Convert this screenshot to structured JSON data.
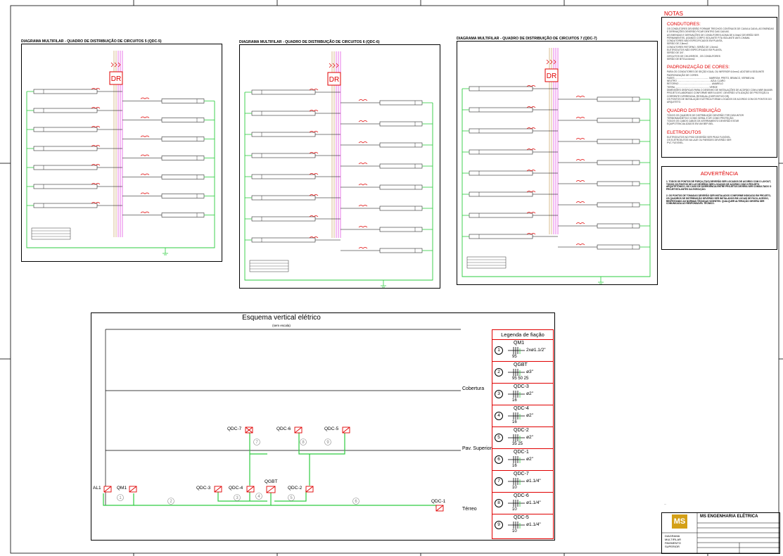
{
  "sheet": {
    "diagrams": [
      {
        "title": "DIAGRAMA MULTIFILAR - QUADRO DE DISTRIBUIÇÃO DE CIRCUITOS 5 (QDC-5)"
      },
      {
        "title": "DIAGRAMA MULTIFILAR - QUADRO DE DISTRIBUIÇÃO DE CIRCUITOS 6 (QDC-6)"
      },
      {
        "title": "DIAGRAMA MULTIFILAR - QUADRO DE DISTRIBUIÇÃO DE CIRCUITOS 7 (QDC-7)"
      }
    ],
    "dr_label": "DR"
  },
  "notes": {
    "title": "NOTAS",
    "sections": [
      {
        "heading": "CONDUTORES:",
        "lines": [
          "OS CONDUTORES DEVERÃO FORMAR TRECHOS CONTÍNUOS DE CAIXA A CAIXA, AS EMENDAS",
          "E DERIVAÇÕES DEVERÃO FICAR DENTRO DAS CAIXAS.",
          "AS EMENDAS E DERIVAÇÕES DE CONDUTORES ACIMA DE 6.0mm2 DEVERÃO SER",
          "PERMANENTES, USANDO CORPO ISOLANTE FITA ISOLANTE ANTI-CHAMA.",
          "CONDUTORES NÃO ESPECIFICADOS EM PLANTA,",
          "SERÃO DE 2,5mm2.",
          "CONDUTORES RETORNO, SERÃO DE 1,5mm2.",
          "ELETRODUTOS NÃO ESPECIFICADO EM PLANTA,",
          "SERÃO DE 3/4\".",
          "CIRCUITOS DE CHUVEIROS , OS CONDUTORES",
          "SERÃO DE BITOLA 6mm2."
        ]
      },
      {
        "heading": "PADRONIZAÇÃO DE CORES:",
        "lines": [
          "PARA OS CONDUTORES DE SEÇÃO IGUAL OU INFERIOR 6.0mm2, ADOTAR A SEGUINTE",
          "PADRONIZAÇÃO DE CORES:",
          "FASES .................................................... MARROM, PRETO, BRANCO, VERMELHA",
          "NEUTRO ................................................... AZUL CLARO",
          "RETORNO .................................................. AMARELO",
          "TERRA .................................................... VERDE",
          "",
          "DIMENSÕES GRÁFICAS PARA O DESENHO DE INSTALAÇÕES DE ACORDO COM A NBR 5444/89.",
          "",
          "PROJETO ELABORADO CONFORME NBR 5.410/97, DEVERÃO UTILIZAÇÃO DE PROTEÇÃO A",
          "CORRENTE DIFERENCIAL RESIDUAL (DISPOSITIVO DR).",
          "",
          "OS PONTOS DE INSTALAÇÃO ELÉTRICA FORAM LOCADOS DE ACORDO COM OS PONTOS DO",
          "ARQUITETO."
        ]
      },
      {
        "heading": "QUADRO DISTRIBUIÇÃO",
        "lines": [
          "TODOS OS QUADROS DE DISTRIBUIÇÃO DEVERÃO TER DISJUNTOR",
          "TERMOMAGNÉTICO COMO GERAL E DR COMO PROTEÇÃO.",
          "TODOS OS CABOS CABOS DE ATERRAMENTO DEVERÃO ESTAR",
          "EQUIPOTENCIALIZADOS EM UM BEP-BEL."
        ]
      },
      {
        "heading": "ELETRODUTOS",
        "lines": [
          "ELETRODUTOS NO PISO DEVERÃO SER PEAD FLEXÍVEL.",
          "OS ELETRODUTOS NA LAJE OU PAREDES DEVERÃO SER",
          "PVC FLEXÍVEL."
        ]
      }
    ]
  },
  "advertencia": {
    "title": "ADVERTÊNCIA",
    "items": [
      "1. TODOS OS PONTOS DE FORÇA (TUG) DEVERÃO SER LOCADOS DE ACORDO COM O LAYOUT, TODOS OS PONTOS DE LUZ DEVERÃO SER LOCADOS DE ACORDO COM O PROJETO ARQUITETÔNICO, NO CASO DE DIVERGÊNCIA ENTRE PROJETOS DEVERÁ SER CONSULTADO O PROJETISTA ANTES DA EXECUÇÃO.",
      "2. OS PONTOS DE TOMADAS DEVERÃO SER INSTALADOS CONFORME INDICADO EM PROJETO, OS QUADROS DE DISTRIBUIÇÃO DEVERÃO SER INSTALADOS EM LOCAIS DE FÁCIL ACESSO, RESPEITANDO AS NORMAS TÉCNICAS VIGENTES. QUALQUER ALTERAÇÃO DEVERÁ SER COMUNICADA AO RESPONSÁVEL TÉCNICO."
    ]
  },
  "esquema": {
    "title": "Esquema vertical elétrico",
    "subtitle": "(sem escala)",
    "floors": [
      "Cobertura",
      "Pav. Superior",
      "Térreo"
    ],
    "boards": [
      "QDC-7",
      "QDC-6",
      "QDC-5",
      "AL1",
      "QM1",
      "QDC-3",
      "QDC-4",
      "QGBT",
      "QDC-2",
      "QDC-1"
    ],
    "conduits": [
      "1",
      "2",
      "3",
      "4",
      "5",
      "6",
      "7",
      "8",
      "9"
    ]
  },
  "legend": {
    "title": "Legenda de fiação",
    "rows": [
      {
        "num": "1",
        "name": "QM1",
        "size": "2xø1.1/2\"",
        "gauge": "95"
      },
      {
        "num": "2",
        "name": "QGBT",
        "size": "ø3\"",
        "gauge": "95   50 25"
      },
      {
        "num": "3",
        "name": "QDC-3",
        "size": "ø2\"",
        "gauge": "16"
      },
      {
        "num": "4",
        "name": "QDC-4",
        "size": "ø2\"",
        "gauge": "16"
      },
      {
        "num": "5",
        "name": "QDC-2",
        "size": "ø2\"",
        "gauge": "35 25"
      },
      {
        "num": "6",
        "name": "QDC-1",
        "size": "ø2\"",
        "gauge": "16"
      },
      {
        "num": "7",
        "name": "QDC-7",
        "size": "ø1.1/4\"",
        "gauge": "10"
      },
      {
        "num": "8",
        "name": "QDC-6",
        "size": "ø1.1/4\"",
        "gauge": "10"
      },
      {
        "num": "9",
        "name": "QDC-5",
        "size": "ø1.1/4\"",
        "gauge": "10"
      }
    ]
  },
  "titleblock": {
    "logo": "MS",
    "company": "MS ENGENHARIA ELÉTRICA",
    "drawing": "DIAGRAMA MULTIFILAR PAVIMENTO SUPERIOR",
    "colors": {
      "red": "#e00000",
      "green": "#2ecc40",
      "magenta": "#e040e0",
      "tan": "#c8a060",
      "gold": "#d4a017"
    }
  }
}
